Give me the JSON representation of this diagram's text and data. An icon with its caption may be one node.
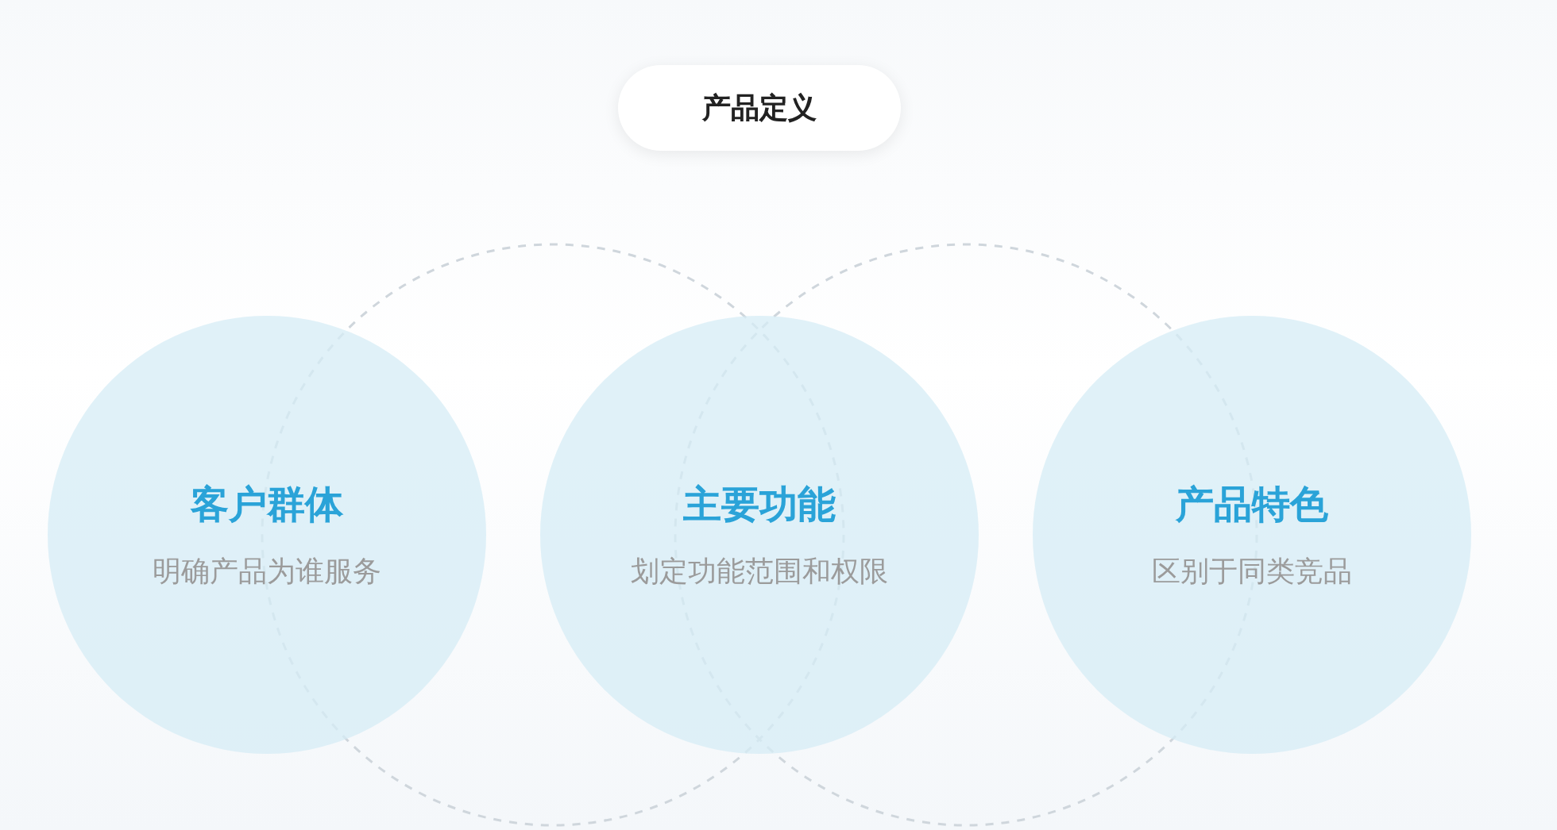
{
  "diagram": {
    "nodes": [
      {
        "text": [
          "产品定义"
        ]
      },
      {
        "text": [
          "客户群体",
          "明确产品为谁服务"
        ]
      },
      {
        "text": [
          "主要功能",
          "划定功能范围和权限"
        ]
      },
      {
        "text": [
          "产品特色",
          "区别于同类竞品"
        ]
      }
    ]
  }
}
